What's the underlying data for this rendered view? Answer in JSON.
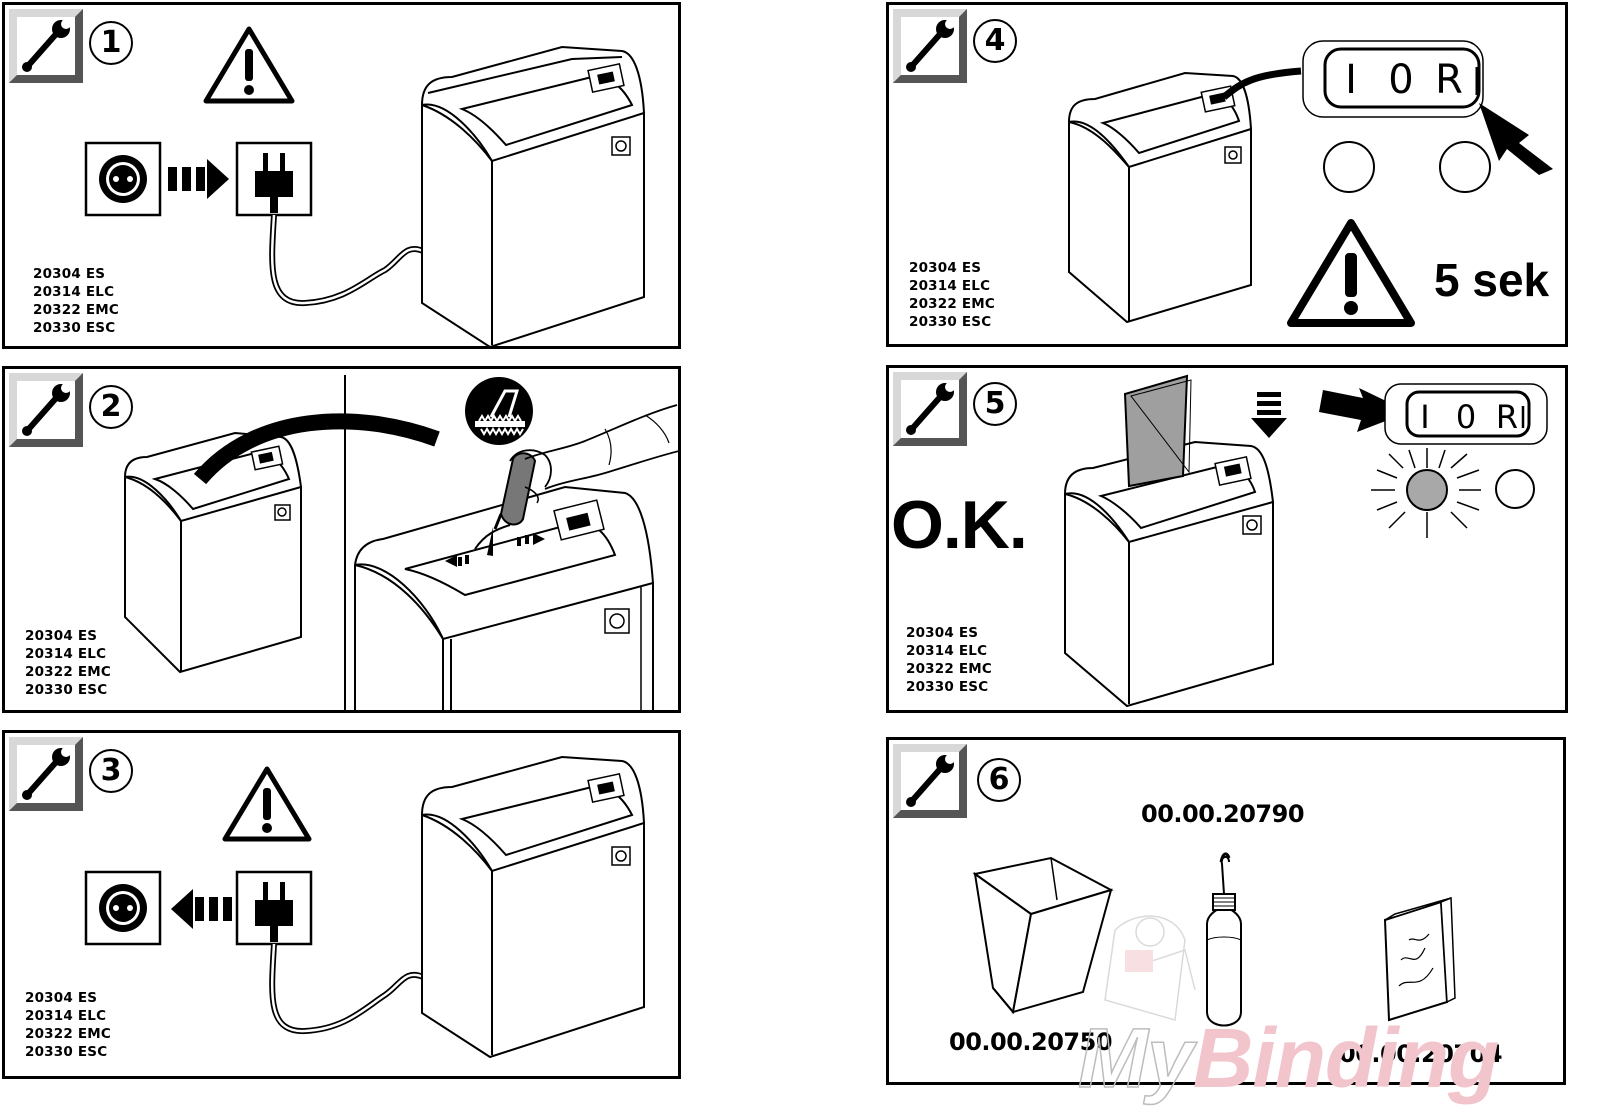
{
  "panels": [
    {
      "step": "1",
      "models": [
        "20304 ES",
        "20314 ELC",
        "20322 EMC",
        "20330 ESC"
      ]
    },
    {
      "step": "2",
      "models": [
        "20304 ES",
        "20314 ELC",
        "20322 EMC",
        "20330 ESC"
      ]
    },
    {
      "step": "3",
      "models": [
        "20304 ES",
        "20314 ELC",
        "20322 EMC",
        "20330 ESC"
      ]
    },
    {
      "step": "4",
      "models": [
        "20304 ES",
        "20314 ELC",
        "20322 EMC",
        "20330 ESC"
      ],
      "switch_labels": [
        "I",
        "0",
        "R"
      ],
      "timer_label": "5 sek"
    },
    {
      "step": "5",
      "models": [
        "20304 ES",
        "20314 ELC",
        "20322 EMC",
        "20330 ESC"
      ],
      "switch_labels": [
        "I",
        "0",
        "R"
      ],
      "status_label": "O.K."
    },
    {
      "step": "6",
      "parts": {
        "oil_bottle": "00.00.20790",
        "waste_bin": "00.00.20750",
        "bag": "00.00.20704"
      }
    }
  ],
  "watermark": {
    "prefix": "My",
    "suffix": "Binding"
  },
  "icons": {
    "tool": "wrench-icon",
    "warning": "warning-triangle-icon",
    "socket": "wall-socket-icon",
    "plug": "power-plug-icon",
    "oil": "oil-bottle-icon",
    "lubricate": "lubricate-cutter-icon"
  },
  "colors": {
    "ink": "#000000",
    "badge_gray": "#9a9a9a",
    "paper_gray": "#9f9f9f",
    "lamp_gray": "#a8a8a8",
    "watermark_pink": "#f2c5cc"
  }
}
